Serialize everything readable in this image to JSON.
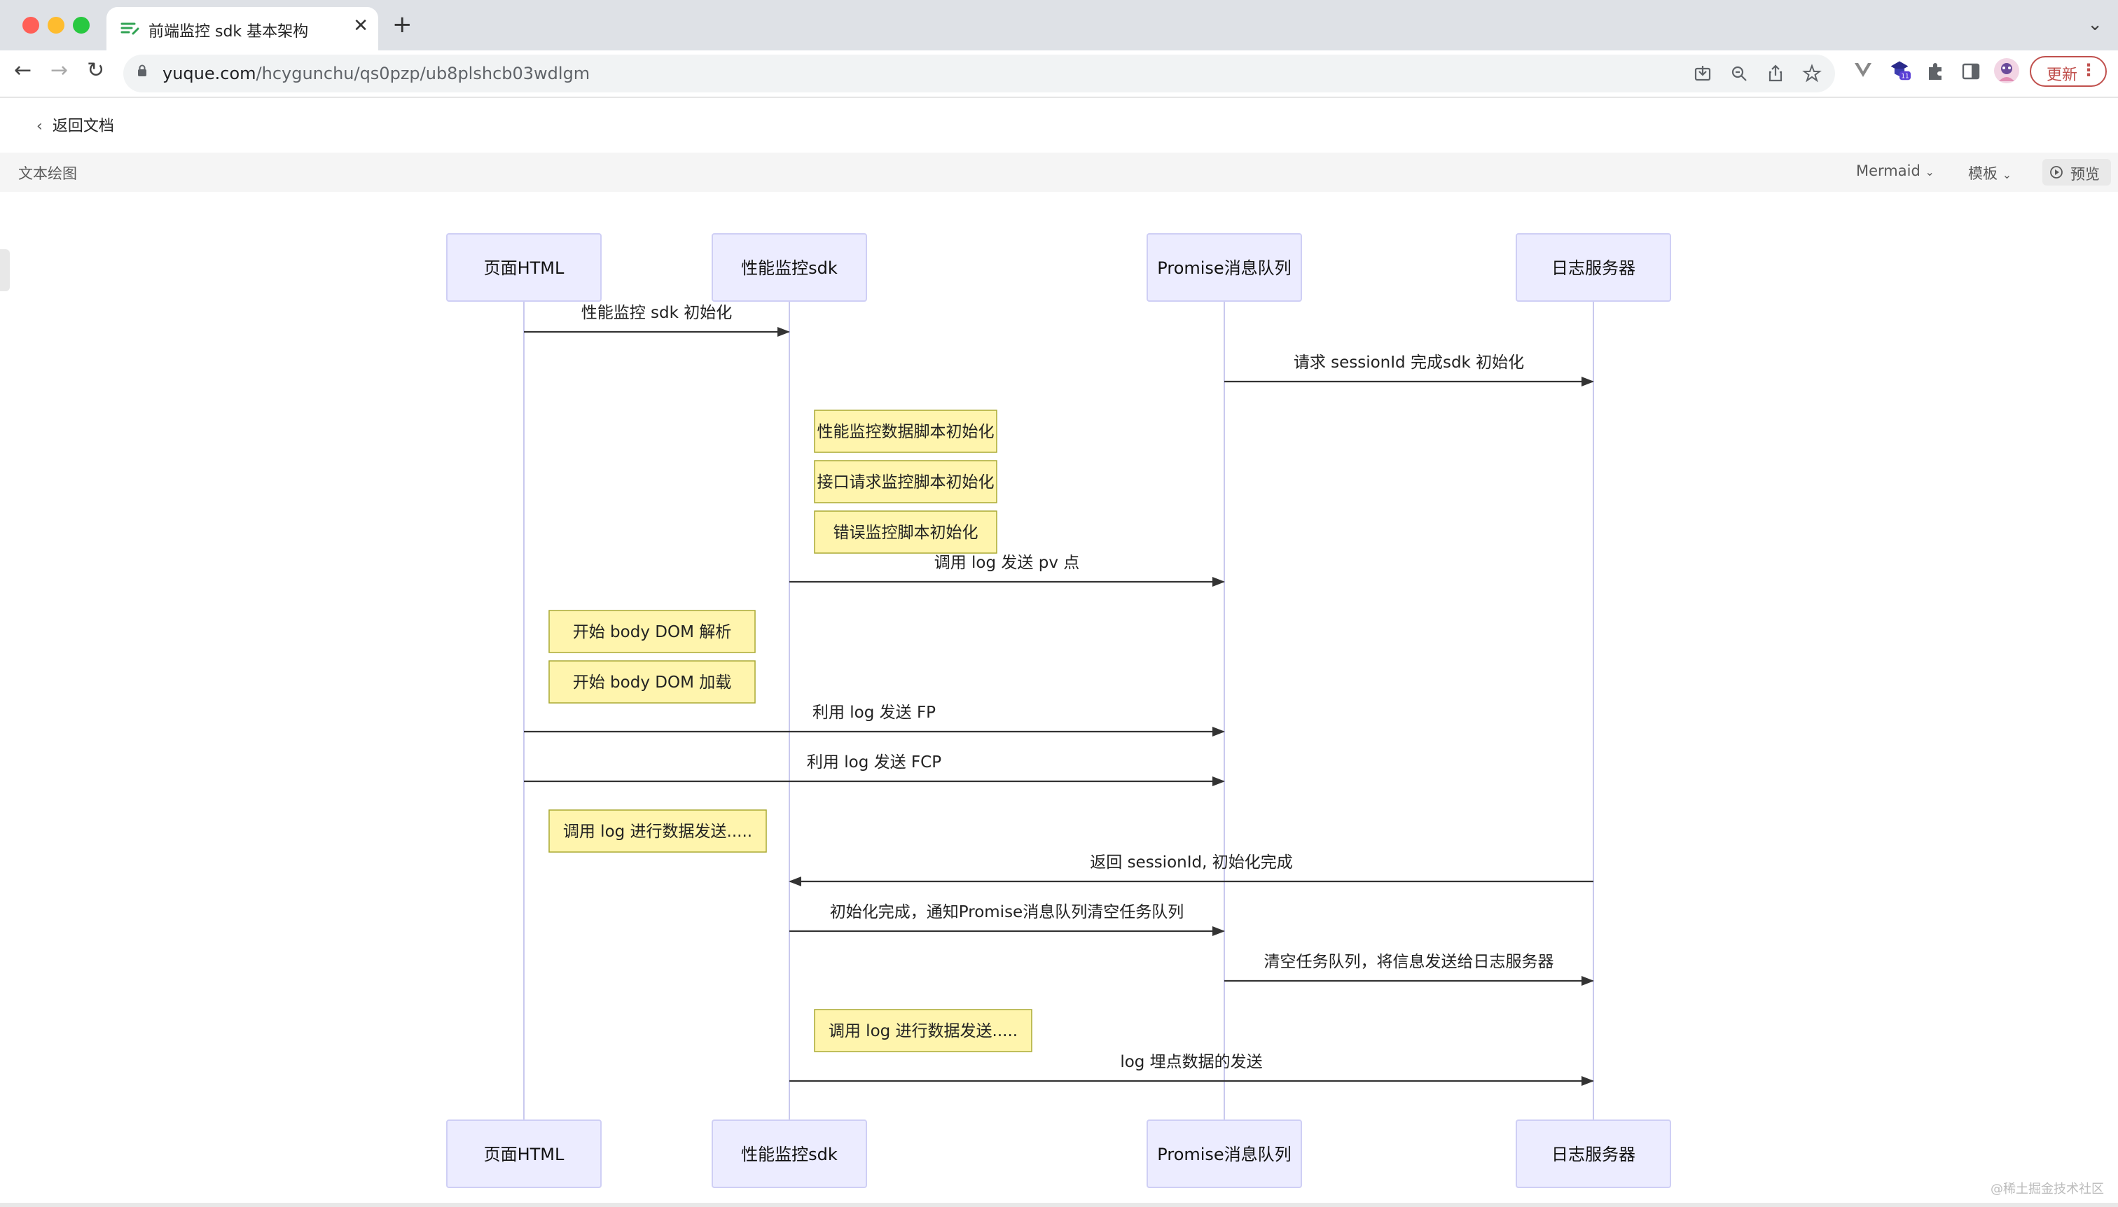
{
  "browser": {
    "tab_title": "前端监控 sdk 基本架构",
    "url_host": "yuque.com",
    "url_path": "/hcygunchu/qs0pzp/ub8plshcb03wdlgm",
    "update_label": "更新",
    "extension_badge": "11"
  },
  "page": {
    "back_label": "返回文档",
    "editor_title": "文本绘图",
    "language_select": "Mermaid",
    "template_select": "模板",
    "preview_label": "预览",
    "watermark": "@稀土掘金技术社区"
  },
  "diagram": {
    "type": "sequence",
    "participants": [
      "页面HTML",
      "性能监控sdk",
      "Promise消息队列",
      "日志服务器"
    ],
    "steps": [
      {
        "kind": "message",
        "from": 0,
        "to": 1,
        "text": "性能监控 sdk 初始化"
      },
      {
        "kind": "message",
        "from": 2,
        "to": 3,
        "text": "请求 sessionId 完成sdk 初始化"
      },
      {
        "kind": "note",
        "over": 1,
        "text": "性能监控数据脚本初始化"
      },
      {
        "kind": "note",
        "over": 1,
        "text": "接口请求监控脚本初始化"
      },
      {
        "kind": "note",
        "over": 1,
        "text": "错误监控脚本初始化"
      },
      {
        "kind": "message",
        "from": 1,
        "to": 2,
        "text": "调用 log 发送 pv 点"
      },
      {
        "kind": "note",
        "over": 0,
        "text": "开始 body DOM 解析"
      },
      {
        "kind": "note",
        "over": 0,
        "text": "开始 body DOM 加载"
      },
      {
        "kind": "message",
        "from": 0,
        "to": 2,
        "text": "利用 log 发送 FP"
      },
      {
        "kind": "message",
        "from": 0,
        "to": 2,
        "text": "利用 log 发送 FCP"
      },
      {
        "kind": "note",
        "over": 0,
        "text": "调用 log 进行数据发送....."
      },
      {
        "kind": "message",
        "from": 3,
        "to": 1,
        "text": "返回 sessionId, 初始化完成"
      },
      {
        "kind": "message",
        "from": 1,
        "to": 2,
        "text": "初始化完成，通知Promise消息队列清空任务队列"
      },
      {
        "kind": "message",
        "from": 2,
        "to": 3,
        "text": "清空任务队列，将信息发送给日志服务器"
      },
      {
        "kind": "note",
        "over": 1,
        "text": "调用 log 进行数据发送....."
      },
      {
        "kind": "message",
        "from": 1,
        "to": 3,
        "text": "log 埋点数据的发送"
      }
    ]
  },
  "colors": {
    "actor_fill": "#ececff",
    "actor_stroke": "#cfcff5",
    "note_fill": "#fff5ad",
    "note_stroke": "#aaaa33",
    "lifeline": "#c9c9ee",
    "arrow": "#333333"
  }
}
